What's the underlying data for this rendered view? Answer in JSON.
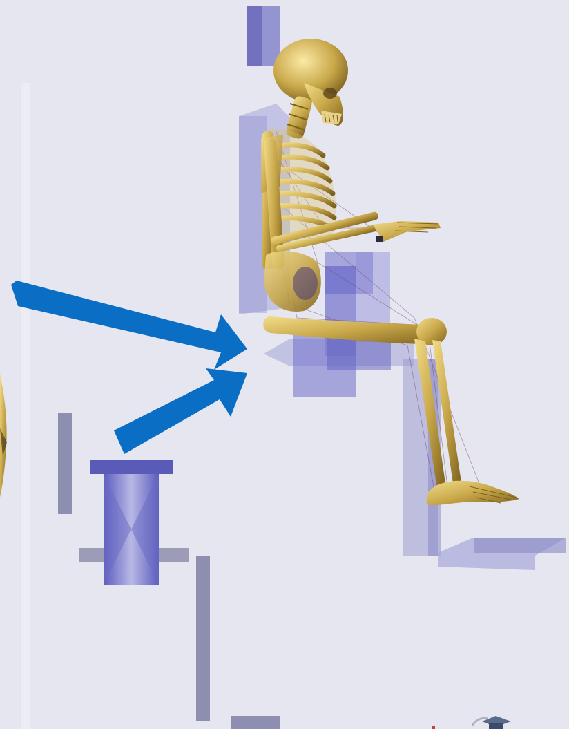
{
  "scene": {
    "background": "#e6e6f0",
    "bone_color": "#c9a84a",
    "bone_shadow": "#8a6d22",
    "seat_block_color": "#6c6cc8",
    "post_color": "#8e8eb0",
    "arrow_color": "#0a6fc4",
    "icons": [
      "seated-skeleton",
      "seat-support-blocks",
      "force-arrow",
      "actuator-cylinder",
      "graduation-cap-logo"
    ]
  }
}
